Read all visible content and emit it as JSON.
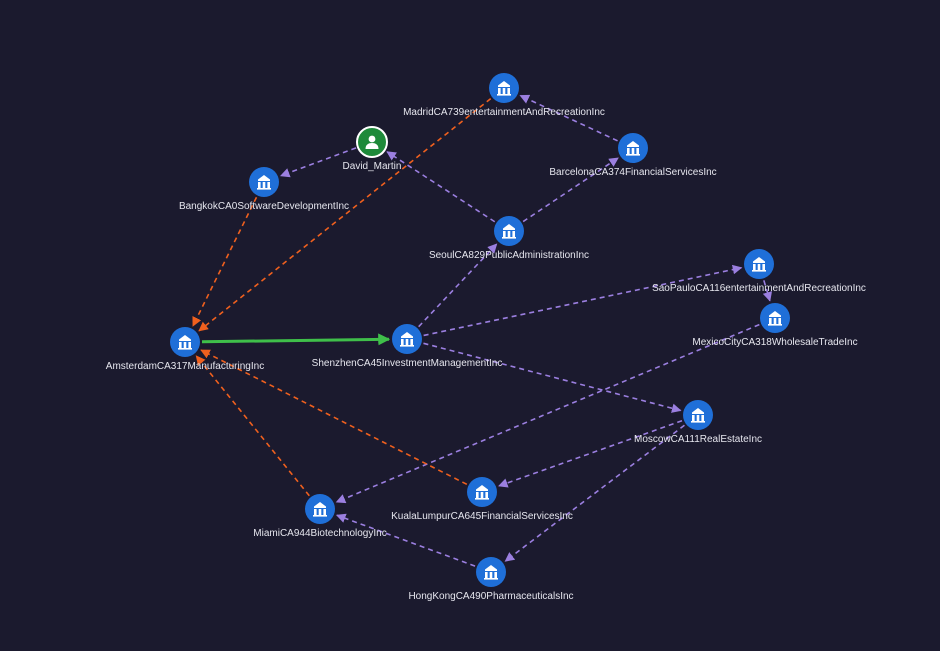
{
  "colors": {
    "background": "#1b1a2e",
    "company_node": "#1f6fd8",
    "person_node": "#1e8a3a",
    "node_border": "#ffffff",
    "edge_purple": "#9b7fe0",
    "edge_orange": "#f0601e",
    "edge_green": "#3fbf4a",
    "label": "#e6e6ee"
  },
  "icons": {
    "company": "building-icon",
    "person": "person-icon"
  },
  "nodes": [
    {
      "id": "madrid",
      "type": "company",
      "label": "MadridCA739entertainmentAndRecreationInc"
    },
    {
      "id": "barcelona",
      "type": "company",
      "label": "BarcelonaCA374FinancialServicesInc"
    },
    {
      "id": "david",
      "type": "person",
      "label": "David_Martin"
    },
    {
      "id": "bangkok",
      "type": "company",
      "label": "BangkokCA0SoftwareDevelopmentInc"
    },
    {
      "id": "seoul",
      "type": "company",
      "label": "SeoulCA829PublicAdministrationInc"
    },
    {
      "id": "saopaulo",
      "type": "company",
      "label": "SaoPauloCA116entertainmentAndRecreationInc"
    },
    {
      "id": "mexico",
      "type": "company",
      "label": "MexicoCityCA318WholesaleTradeInc"
    },
    {
      "id": "amsterdam",
      "type": "company",
      "label": "AmsterdamCA317ManufacturingInc"
    },
    {
      "id": "shenzhen",
      "type": "company",
      "label": "ShenzhenCA45InvestmentManagementInc"
    },
    {
      "id": "moscow",
      "type": "company",
      "label": "MoscowCA111RealEstateInc"
    },
    {
      "id": "kuala",
      "type": "company",
      "label": "KualaLumpurCA645FinancialServicesInc"
    },
    {
      "id": "miami",
      "type": "company",
      "label": "MiamiCA944BiotechnologyInc"
    },
    {
      "id": "hongkong",
      "type": "company",
      "label": "HongKongCA490PharmaceuticalsInc"
    }
  ],
  "edges": [
    {
      "from": "barcelona",
      "to": "madrid",
      "style": "purple-dashed"
    },
    {
      "from": "seoul",
      "to": "barcelona",
      "style": "purple-dashed"
    },
    {
      "from": "seoul",
      "to": "david",
      "style": "purple-dashed"
    },
    {
      "from": "david",
      "to": "bangkok",
      "style": "purple-dashed"
    },
    {
      "from": "shenzhen",
      "to": "seoul",
      "style": "purple-dashed"
    },
    {
      "from": "shenzhen",
      "to": "saopaulo",
      "style": "purple-dashed"
    },
    {
      "from": "saopaulo",
      "to": "mexico",
      "style": "purple-dashed"
    },
    {
      "from": "shenzhen",
      "to": "moscow",
      "style": "purple-dashed"
    },
    {
      "from": "mexico",
      "to": "miami",
      "style": "purple-dashed"
    },
    {
      "from": "moscow",
      "to": "kuala",
      "style": "purple-dashed"
    },
    {
      "from": "moscow",
      "to": "hongkong",
      "style": "purple-dashed"
    },
    {
      "from": "hongkong",
      "to": "miami",
      "style": "purple-dashed"
    },
    {
      "from": "madrid",
      "to": "amsterdam",
      "style": "orange-dashed"
    },
    {
      "from": "bangkok",
      "to": "amsterdam",
      "style": "orange-dashed"
    },
    {
      "from": "kuala",
      "to": "amsterdam",
      "style": "orange-dashed"
    },
    {
      "from": "miami",
      "to": "amsterdam",
      "style": "orange-dashed"
    },
    {
      "from": "amsterdam",
      "to": "shenzhen",
      "style": "green-solid"
    }
  ]
}
